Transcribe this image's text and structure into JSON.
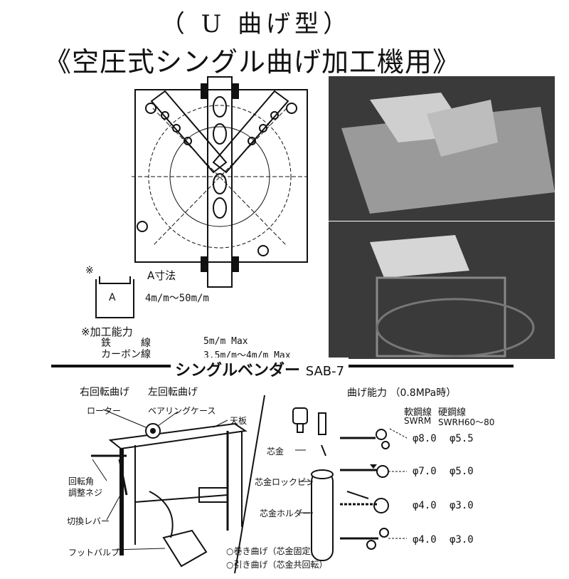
{
  "header": {
    "title_line1": "（ U 曲げ型）",
    "title_line2": "《空圧式シングル曲げ加工機用》"
  },
  "spec": {
    "a_note_mark": "※",
    "a_dim_label": "A寸法",
    "a_letter": "A",
    "a_range": "4m/m～50m/m",
    "capacity_title": "※加工能力",
    "iron_label": "鉄　　　線",
    "iron_value": "5m/m Max",
    "carbon_label": "カーボン線",
    "carbon_value": "3.5m/m～4m/m Max"
  },
  "bender": {
    "title": "シングルベンダー",
    "model": "SAB-7",
    "right_rotation": "右回転曲げ",
    "left_rotation": "左回転曲げ",
    "rotor": "ローター",
    "bearing_case": "ベアリングケース",
    "top_plate": "天板",
    "angle_screw_1": "回転角",
    "angle_screw_2": "調整ネジ",
    "switch_lever": "切換レバー",
    "foot_valve": "フットバルブ",
    "core": "芯金",
    "core_lock_pin": "芯金ロックピン",
    "core_holder": "芯金ホルダー",
    "wind_bend": "○巻き曲げ（芯金固定）",
    "pull_bend": "○引き曲げ（芯金共回転）"
  },
  "capacity": {
    "title": "曲げ能力",
    "pressure": "（0.8MPa時）",
    "col1_name": "軟鋼線",
    "col1_code": "SWRM",
    "col2_name": "硬鋼線",
    "col2_code": "SWRH60～80",
    "rows": [
      {
        "soft": "φ8.0",
        "hard": "φ5.5"
      },
      {
        "soft": "φ7.0",
        "hard": "φ5.0"
      },
      {
        "soft": "φ4.0",
        "hard": "φ3.0"
      },
      {
        "soft": "φ4.0",
        "hard": "φ3.0"
      }
    ]
  }
}
